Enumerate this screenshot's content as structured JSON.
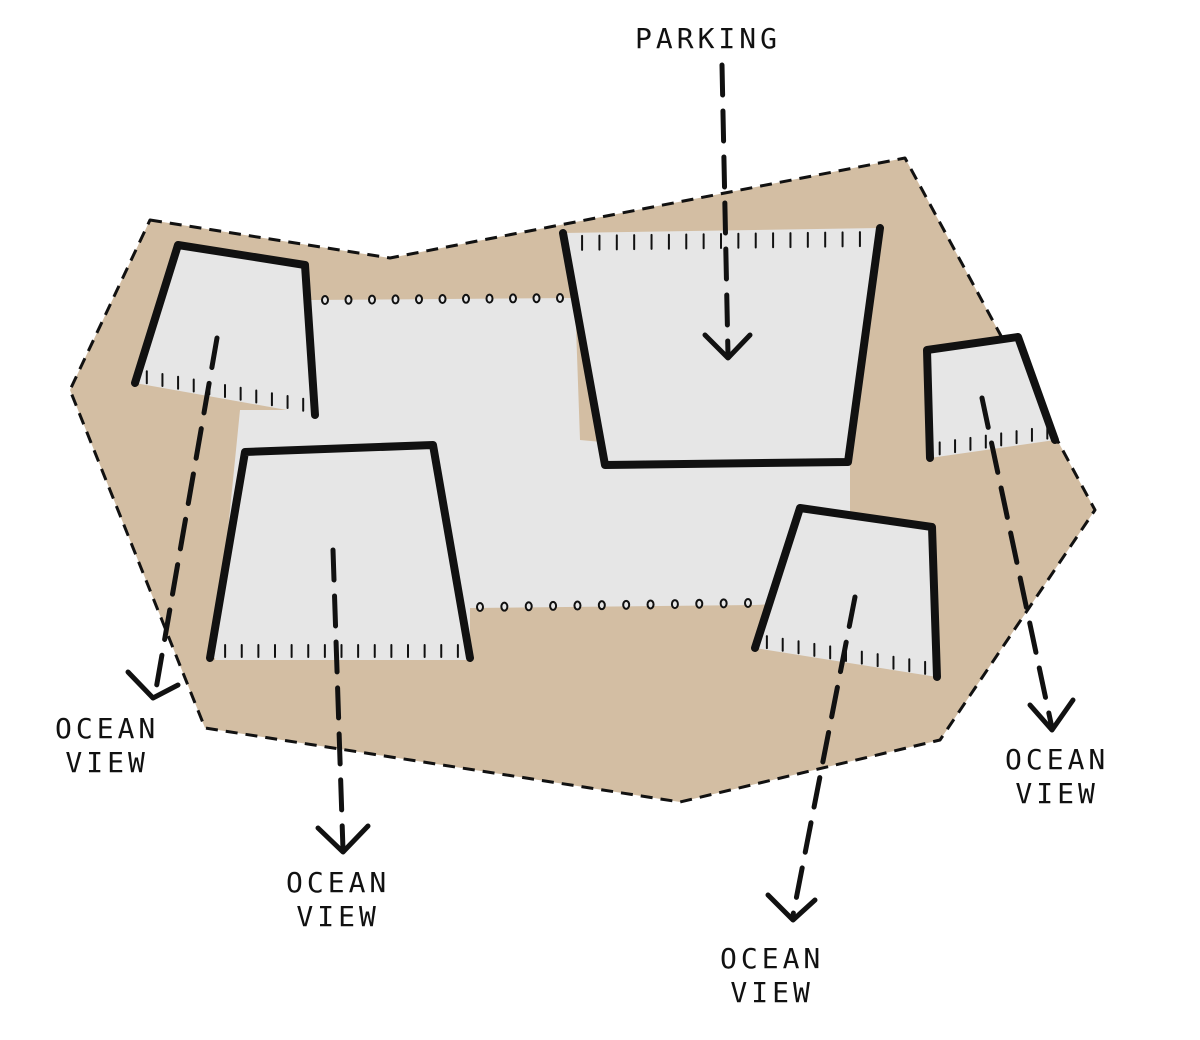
{
  "labels": {
    "parking": "PARKING",
    "views": [
      {
        "line1": "OCEAN",
        "line2": "VIEW"
      },
      {
        "line1": "OCEAN",
        "line2": "VIEW"
      },
      {
        "line1": "OCEAN",
        "line2": "VIEW"
      },
      {
        "line1": "OCEAN",
        "line2": "VIEW"
      }
    ]
  },
  "colors": {
    "site": "#d3bea3",
    "building": "#e6e6e6",
    "ink": "#111111",
    "background": "#ffffff"
  }
}
